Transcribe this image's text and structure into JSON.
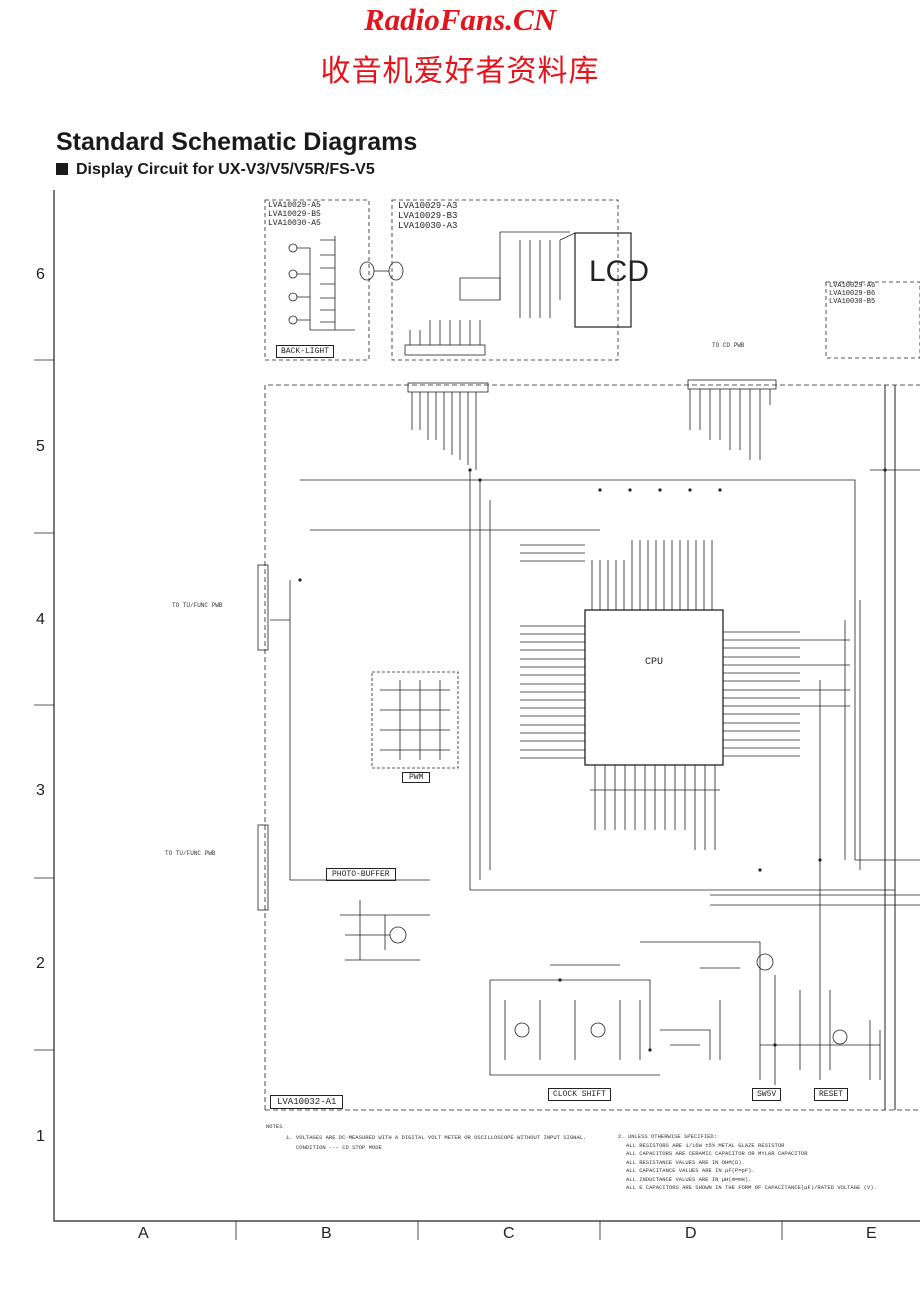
{
  "watermark": {
    "site": "RadioFans.CN",
    "chinese": "收音机爱好者资料库"
  },
  "header": {
    "title": "Standard Schematic Diagrams",
    "subtitle": "Display Circuit for UX-V3/V5/V5R/FS-V5"
  },
  "grid": {
    "rows": [
      "6",
      "5",
      "4",
      "3",
      "2",
      "1"
    ],
    "columns": [
      "A",
      "B",
      "C",
      "D",
      "E"
    ]
  },
  "blocks": {
    "backlight": {
      "label": "BACK-LIGHT",
      "ids": [
        "LVA10029-A5",
        "LVA10029-B5",
        "LVA10030-A5"
      ]
    },
    "lcd_board": {
      "ids": [
        "LVA10029-A3",
        "LVA10029-B3",
        "LVA10030-A3"
      ],
      "lcd_label": "LCD"
    },
    "right_board": {
      "ids": [
        "LVA10029-A6",
        "LVA10029-B6",
        "LVA10030-B5"
      ]
    },
    "main_board": {
      "id": "LVA10032-A1",
      "cpu_label": "CPU",
      "pwm_label": "PWM",
      "photo_buffer_label": "PHOTO-BUFFER",
      "clock_shift_label": "CLOCK SHIFT",
      "sw5v_label": "SW5V",
      "reset_label": "RESET",
      "to_cd_pwb": "TO CD PWB",
      "to_tu_func_pwb_1": "TO TU/FUNC PWB",
      "to_tu_func_pwb_2": "TO TU/FUNC PWB"
    }
  },
  "notes": {
    "heading": "NOTES",
    "note1": "1.  VOLTAGES ARE DC-MEASURED WITH A DIGITAL VOLT METER OR OSCILLOSCOPE WITHOUT INPUT SIGNAL.",
    "note1b": "CONDITION --- CD STOP MODE",
    "note2": "2. UNLESS OTHERWISE SPECIFIED:",
    "note2a": "ALL RESISTORS ARE 1/16W ±5% METAL GLAZE RESISTOR",
    "note2b": "ALL CAPACITORS ARE CERAMIC CAPACITOR OR MYLAR CAPACITOR",
    "note2c": "ALL RESISTANCE VALUES ARE IN OHM(Ω).",
    "note2d": "ALL CAPACITANCE VALUES ARE IN μF(P=pF).",
    "note2e": "ALL INDUCTANCE VALUES ARE IN μH(m=mH).",
    "note2f": "ALL E CAPACITORS ARE SHOWN IN THE FORM OF CAPACITANCE(μF)/RATED VOLTAGE (V)."
  }
}
